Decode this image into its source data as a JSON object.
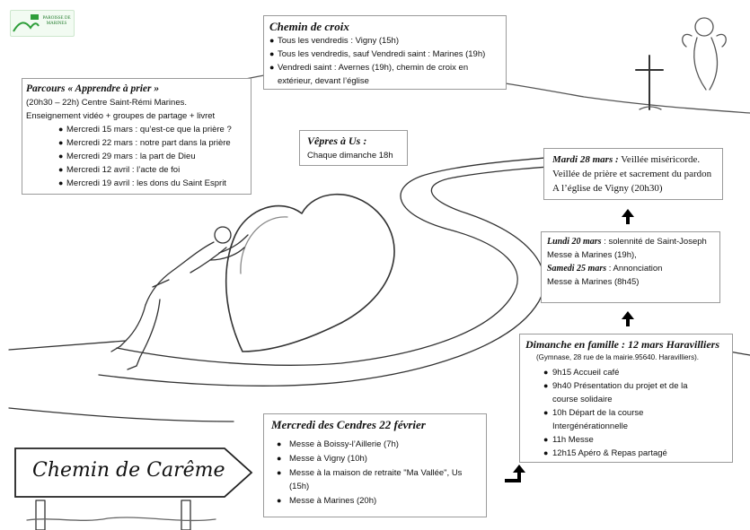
{
  "logo": {
    "text": "PAROISSE DE MARINES",
    "color": "#2e9e3a"
  },
  "chemin_croix": {
    "title": "Chemin de croix",
    "items": [
      "Tous les vendredis : Vigny (15h)",
      "Tous les vendredis, sauf Vendredi saint : Marines (19h)",
      "Vendredi saint : Avernes (19h), chemin de croix en extérieur, devant l’église"
    ]
  },
  "parcours": {
    "title": "Parcours « Apprendre à prier »",
    "line1": "(20h30 – 22h) Centre Saint-Rémi Marines.",
    "line2": "Enseignement vidéo + groupes de partage + livret",
    "items": [
      "Mercredi 15 mars : qu’est-ce que la prière ?",
      "Mercredi 22 mars : notre part dans la prière",
      "Mercredi 29 mars : la part de Dieu",
      "Mercredi 12 avril : l’acte de foi",
      "Mercredi 19 avril : les dons du Saint Esprit"
    ]
  },
  "vepres": {
    "title": "Vêpres à Us :",
    "text": "Chaque dimanche 18h"
  },
  "mardi": {
    "lead": "Mardi 28 mars :",
    "text1": " Veillée miséricorde.",
    "line2": "Veillée de prière et sacrement du pardon",
    "line3": "A l’église de Vigny (20h30)"
  },
  "lundi": {
    "lead": "Lundi 20 mars",
    "text1": " : solennité de Saint-Joseph",
    "line2": "Messe à Marines (19h),",
    "lead2": "Samedi 25 mars",
    "text3": " : Annonciation",
    "line4": "Messe à Marines (8h45)"
  },
  "dimanche": {
    "title": "Dimanche en famille : 12 mars Haravilliers",
    "address": "(Gymnase, 28 rue de la mairie.95640. Haravilliers).",
    "items": [
      "9h15 Accueil café",
      "9h40 Présentation du projet et de la course solidaire",
      "10h Départ de la course Intergénérationnelle",
      "11h Messe",
      "12h15 Apéro & Repas partagé"
    ]
  },
  "cendres": {
    "title": "Mercredi des Cendres 22 février",
    "items": [
      "Messe à Boissy-l’Aillerie (7h)",
      "Messe à Vigny (10h)",
      "Messe à la maison de retraite \"Ma Vallée\", Us (15h)",
      "Messe à Marines (20h)"
    ]
  },
  "sign": {
    "text": "Chemin de Carême"
  }
}
